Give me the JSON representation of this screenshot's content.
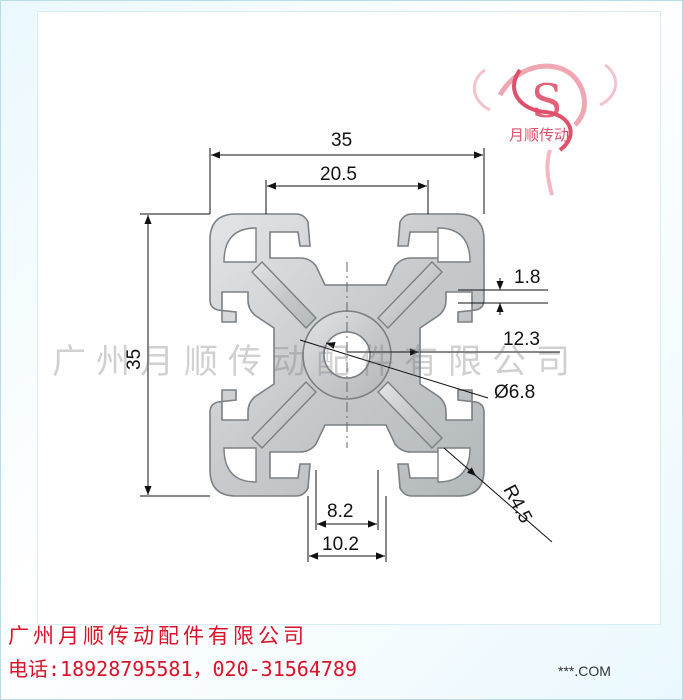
{
  "logo": {
    "mark": "S",
    "name": "月顺传动"
  },
  "watermark": "广州月顺传动配件有限公司",
  "dimensions": {
    "overall_width": "35",
    "slot_span": "20.5",
    "overall_height": "35",
    "wall": "1.8",
    "inner": "12.3",
    "bore": "Ø6.8",
    "radius": "R4.5",
    "slot_opening": "8.2",
    "slot_width": "10.2"
  },
  "footer": {
    "company": "广州月顺传动配件有限公司",
    "phone": "电话:18928795581，020-31564789",
    "site": "***.COM"
  },
  "colors": {
    "profile_fill": "#c8ccce",
    "profile_stroke": "#7b8084",
    "logo_accent": "#e0506a",
    "footer_text": "#d8132a"
  }
}
